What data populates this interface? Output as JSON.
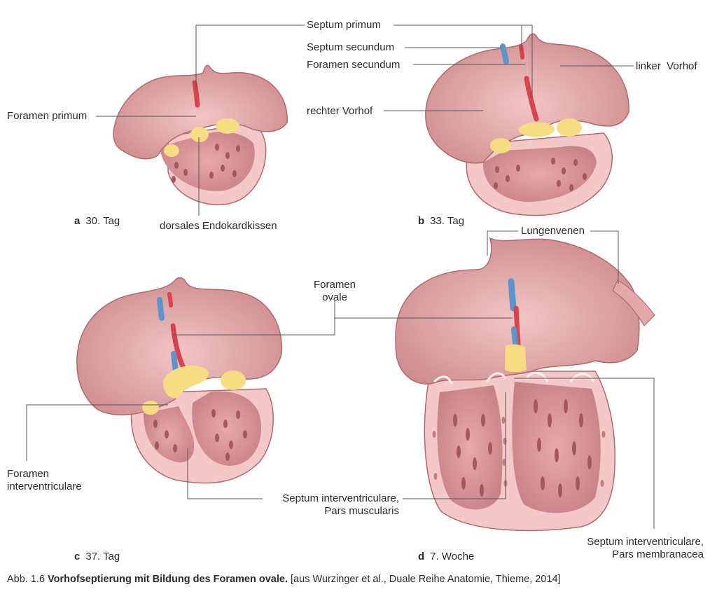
{
  "labels": {
    "septum_primum": "Septum primum",
    "septum_secundum": "Septum secundum",
    "foramen_secundum": "Foramen secundum",
    "rechter_vorhof": "rechter Vorhof",
    "linker_vorhof": "linker  Vorhof",
    "foramen_primum": "Foramen primum",
    "dorsales_endokardkissen": "dorsales Endokardkissen",
    "lungenvenen": "Lungenvenen",
    "foramen_ovale_1": "Foramen",
    "foramen_ovale_2": "ovale",
    "foramen_interventriculare_1": "Foramen",
    "foramen_interventriculare_2": "interventriculare",
    "septum_iv_musc_1": "Septum interventriculare,",
    "septum_iv_musc_2": "Pars muscularis",
    "septum_iv_membr_1": "Septum interventriculare,",
    "septum_iv_membr_2": "Pars membranacea"
  },
  "panels": {
    "a": {
      "letter": "a",
      "text": "30. Tag"
    },
    "b": {
      "letter": "b",
      "text": "33. Tag"
    },
    "c": {
      "letter": "c",
      "text": "37. Tag"
    },
    "d": {
      "letter": "d",
      "text": "7. Woche"
    }
  },
  "caption": {
    "prefix": "Abb. 1.6",
    "title": "Vorhofseptierung mit Bildung des Foramen ovale.",
    "source": "[aus Wurzinger et al., Duale Reihe Anatomie, Thieme, 2014]"
  },
  "colors": {
    "tissue_dark": "#d89a9c",
    "tissue_light": "#f4c8c8",
    "outline": "#b06a6e",
    "septum_red": "#d8434e",
    "septum_blue": "#5b95cc",
    "cushion_yellow": "#f6dc82"
  }
}
